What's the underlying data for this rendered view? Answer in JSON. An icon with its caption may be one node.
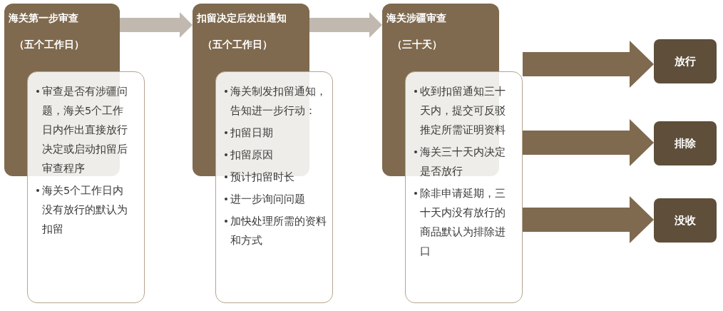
{
  "diagram": {
    "nodes": [
      {
        "text": [
          "海关第一步审查",
          "（五个工作日）"
        ]
      },
      {
        "text": [
          "审查是否有涉疆问题，海关5个工作日内作出直接放行决定或启动扣留后审查程序",
          "海关5个工作日内没有放行的默认为扣留"
        ]
      },
      {
        "text": [
          "扣留决定后发出通知",
          "（五个工作日）"
        ]
      },
      {
        "text": [
          "海关制发扣留通知，告知进一步行动：",
          "扣留日期",
          "扣留原因",
          "预计扣留时长",
          "进一步询问问题",
          "加快处理所需的资料和方式"
        ]
      },
      {
        "text": [
          "海关涉疆审查",
          "（三十天）"
        ]
      },
      {
        "text": [
          "收到扣留通知三十天内，提交可反驳推定所需证明资料",
          "海关三十天内决定是否放行",
          "除非申请延期，三十天内没有放行的商品默认为排除进口"
        ]
      },
      {
        "text": [
          "放行"
        ]
      },
      {
        "text": [
          "排除"
        ]
      },
      {
        "text": [
          "没收"
        ]
      }
    ],
    "edges": [
      {
        "from": 0,
        "to": 2,
        "arrow": "to",
        "color": "#c1b9b0"
      },
      {
        "from": 2,
        "to": 4,
        "arrow": "to",
        "color": "#c1b9b0"
      },
      {
        "from": 5,
        "to": 6,
        "arrow": "to"
      },
      {
        "from": 5,
        "to": 7,
        "arrow": "to"
      },
      {
        "from": 5,
        "to": 8,
        "arrow": "to"
      }
    ]
  }
}
